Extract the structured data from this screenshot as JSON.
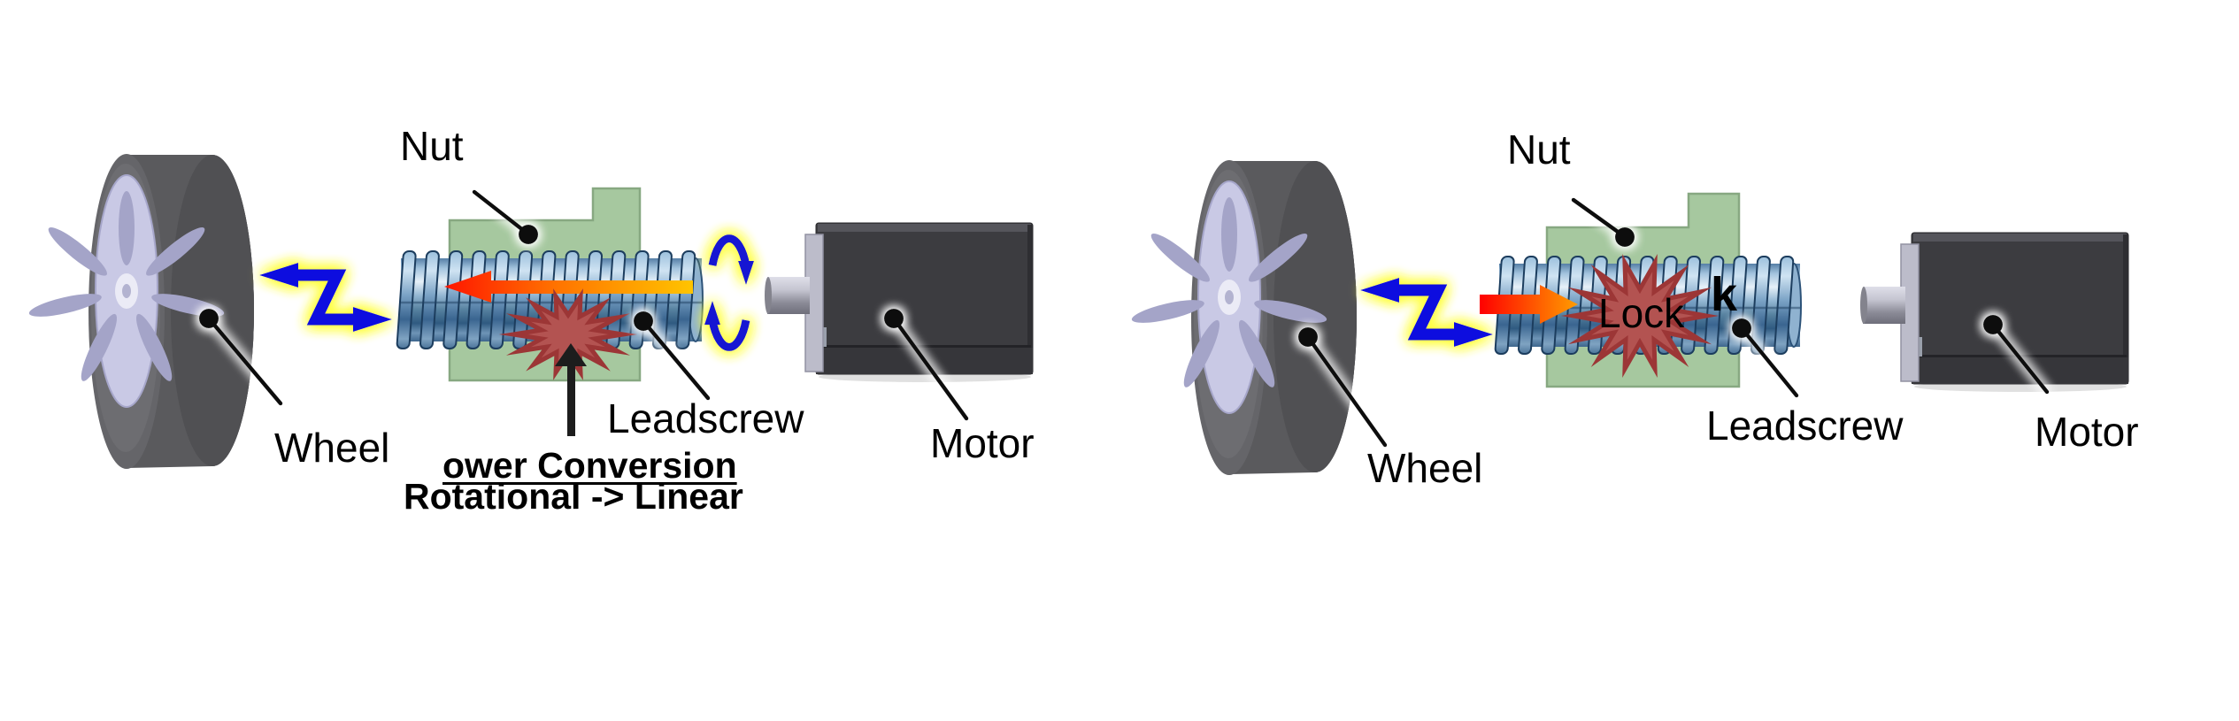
{
  "figure": {
    "title_hint": "Leadscrew drive mechanism diagram: power conversion vs lock state",
    "left": {
      "labels": {
        "nut": "Nut",
        "wheel": "Wheel",
        "leadscrew": "Leadscrew",
        "motor": "Motor"
      },
      "caption": {
        "line1": "ower Conversion",
        "line2": "Rotational -> Linear"
      }
    },
    "right": {
      "labels": {
        "nut": "Nut",
        "wheel": "Wheel",
        "leadscrew": "Leadscrew",
        "motor": "Motor"
      },
      "burst": {
        "label": "Lock",
        "stray": "k"
      }
    },
    "colors": {
      "nut_green": "#a6c89f",
      "nut_green_border": "#87a881",
      "screw_steel_blue": "#7fa6c8",
      "screw_outline": "#1c3d5e",
      "burst_red": "#b35351",
      "burst_outline": "#9c3636",
      "zigzag_blue": "#0b0bdf",
      "rotation_blue": "#1414d2",
      "glow_yellow": "#ffff3d",
      "arrow_red": "#ff1500",
      "arrow_orange": "#ffc400",
      "motor_charcoal": "#3c3c40",
      "rim_lavender": "#c9c9e5",
      "tire_gray": "#5a5a5d"
    }
  }
}
